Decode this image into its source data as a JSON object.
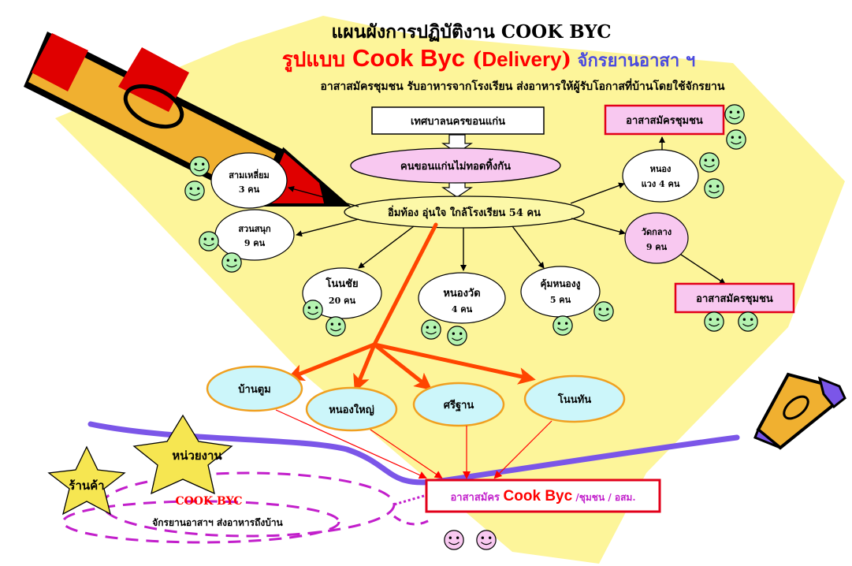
{
  "header": {
    "line1": "แผนผังการปฏิบัติงาน COOK BYC",
    "line2_prefix": "รูปแบบ ",
    "line2_brand": "Cook Byc",
    "line2_paren_open": " (",
    "line2_delivery": "Delivery",
    "line2_paren_close": ")",
    "line2_suffix": " จักรยานอาสา ฯ",
    "subtitle": "อาสาสมัครชุมชน รับอาหารจากโรงเรียน ส่งอาหารให้ผู้รับโอกาสที่บ้านโดยใช้จักรยาน"
  },
  "boxes": {
    "municipality": "เทศบาลนครขอนแก่น",
    "volunteer_top": "อาสาสมัครชุมชน",
    "volunteer_right": "อาสาสมัครชุมชน",
    "volunteer_bottom_prefix": "อาสาสมัคร ",
    "volunteer_bottom_brand": "Cook Byc",
    "volunteer_bottom_suffix": " /ชุมชน / อสม."
  },
  "ellipses": {
    "khon_kaen": "คนขอนแก่นไม่ทอดทิ้งกัน",
    "near_school": "อิ่มท้อง อุ่นใจ ใกล้โรงเรียน 54 คน"
  },
  "communities": {
    "sam_liam": {
      "name": "สามเหลี่ยม",
      "count": "3 คน"
    },
    "suan_sanuk": {
      "name": "สวนสนุก",
      "count": "9 คน"
    },
    "non_chai": {
      "name": "โนนชัย",
      "count": "20 คน"
    },
    "nong_wat": {
      "name": "หนองวัด",
      "count": "4 คน"
    },
    "khum_nong_ngu": {
      "name": "คุ้มหนองงู",
      "count": "5 คน"
    },
    "nong_waeng": {
      "name": "หนอง",
      "count": "แวง 4 คน"
    },
    "wat_klang": {
      "name": "วัดกลาง",
      "count": "9 คน"
    }
  },
  "targets": {
    "ban_tum": "บ้านตูม",
    "nong_yai": "หนองใหญ่",
    "si_than": "ศรีฐาน",
    "non_than": "โนนทัน"
  },
  "stars": {
    "shop": "ร้านค้า",
    "agency": "หน่วยงาน"
  },
  "cook_byc": {
    "title": "COOK BYC",
    "caption": "จักรยานอาสาฯ ส่งอาหารถึงบ้าน"
  },
  "colors": {
    "background_sheet": "#fdf59a",
    "pink_fill": "#f8c8f0",
    "pink_dark": "#e9a6e0",
    "yellow_ellipse": "#fcf8a8",
    "light_blue": "#ccf6fa",
    "orange_stroke": "#f0a020",
    "red_arrow": "#ff4500",
    "red_text": "#ff0000",
    "red_box": "#e2001a",
    "blue_text": "#4b4bdf",
    "purple_line": "#7b56e8",
    "magenta_dash": "#c21fcb",
    "smiley_fill": "#b4f3b0",
    "star_fill": "#f6e651"
  },
  "icons": {
    "pen_large": "pen-icon",
    "pen_small": "pen-icon",
    "smiley": "smiley-face-icon",
    "star": "star-icon"
  }
}
